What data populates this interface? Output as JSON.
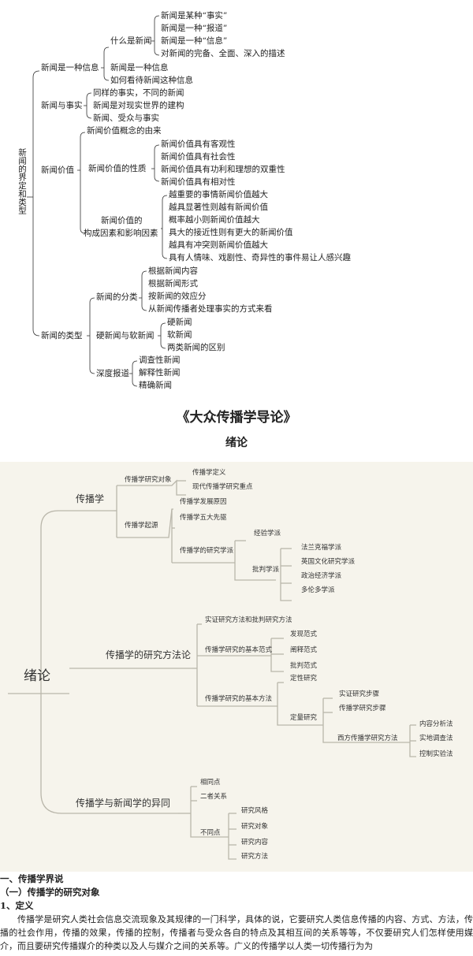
{
  "tree": {
    "root": "新闻的界定和类型",
    "branches": [
      {
        "label": "新闻是一种信息",
        "children": [
          {
            "label": "什么是新闻",
            "children": [
              "新闻是某种“事实”",
              "新闻是一种“报道”",
              "新闻是一种“信息”",
              "对新闻的完备、全面、深入的描述"
            ]
          },
          {
            "label": "新闻是一种信息"
          },
          {
            "label": "如何看待新闻这种信息"
          }
        ]
      },
      {
        "label": "新闻与事实",
        "children": [
          "同样的事实，不同的新闻",
          "新闻是对现实世界的建构",
          "新闻、受众与事实"
        ]
      },
      {
        "label": "新闻价值",
        "children": [
          {
            "label": "新闻价值概念的由来"
          },
          {
            "label": "新闻价值的性质",
            "children": [
              "新闻价值具有客观性",
              "新闻价值具有社会性",
              "新闻价值具有功利和理想的双重性",
              "新闻价值具有相对性"
            ]
          },
          {
            "label_line1": "新闻价值的",
            "label_line2": "构成因素和影响因素",
            "children": [
              "越重要的事情新闻价值越大",
              "越具显著性则越有新闻价值",
              "概率越小则新闻价值越大",
              "具大的接近性则有更大的新闻价值",
              "越具有冲突则新闻价值越大",
              "具有人情味、戏剧性、奇异性的事件易让人感兴趣"
            ]
          }
        ]
      },
      {
        "label": "新闻的类型",
        "children": [
          {
            "label": "新闻的分类",
            "children": [
              "根据新闻内容",
              "根据新闻形式",
              "按新闻的效应分",
              "从新闻传播者处理事实的方式来看"
            ]
          },
          {
            "label": "硬新闻与软新闻",
            "children": [
              "硬新闻",
              "软新闻",
              "两类新闻的区别"
            ]
          },
          {
            "label": "深度报道",
            "children": [
              "调查性新闻",
              "解释性新闻",
              "精确新闻"
            ]
          }
        ]
      }
    ]
  },
  "book_title": "《大众传播学导论》",
  "chapter_title": "绪论",
  "mindmap": {
    "root": "绪论",
    "branches": {
      "b1": {
        "label": "传播学",
        "object": {
          "label": "传播学研究对象",
          "children": [
            "传播学定义",
            "现代传播学研究重点"
          ]
        },
        "origin": {
          "label": "传播学起源",
          "reason": "传播学发展原因",
          "pioneers": "传播学五大先驱",
          "schools": {
            "label": "传播学的研究学派",
            "empirical": "经验学派",
            "critical": {
              "label": "批判学派",
              "children": [
                "法兰克福学派",
                "英国文化研究学派",
                "政治经济学派",
                "多伦多学派"
              ]
            }
          }
        }
      },
      "b2": {
        "label": "传播学的研究方法论",
        "positivist": "实证研究方法和批判研究方法",
        "paradigm": {
          "label": "传播学研究的基本范式",
          "children": [
            "发现范式",
            "阐释范式",
            "批判范式"
          ]
        },
        "method": {
          "label": "传播学研究的基本方法",
          "qualitative": "定性研究",
          "quantitative": {
            "label": "定量研究",
            "steps": "实证研究步骤",
            "comm_steps": "传播学研究步骤",
            "western": {
              "label": "西方传播学研究方法",
              "children": [
                "内容分析法",
                "实地调查法",
                "控制实验法"
              ]
            }
          }
        }
      },
      "b3": {
        "label": "传播学与新闻学的异同",
        "same": "相同点",
        "relation": "二者关系",
        "diff": {
          "label": "不同点",
          "children": [
            "研究风格",
            "研究对象",
            "研究内容",
            "研究方法"
          ]
        }
      }
    }
  },
  "body": {
    "h1": "一、传播学界说",
    "h2": "（一）传播学的研究对象",
    "h3": "1、定义",
    "para": "传播学是研究人类社会信息交流现象及其规律的一门科学，具体的说，它要研究人类信息传播的内容、方式、方法，传播的社会作用，传播的效果，传播的控制，传播者与受众各自的特点及其相互间的关系等等，不仅要研究人们怎样使用媒介，而且要研究传播媒介的种类以及人与媒介之间的关系等。广义的传播学以人类一切传播行为为"
  },
  "colors": {
    "mind_bg": "#f6f4ec",
    "mind_line": "#b9b6aa",
    "tree_line": "#333333"
  }
}
